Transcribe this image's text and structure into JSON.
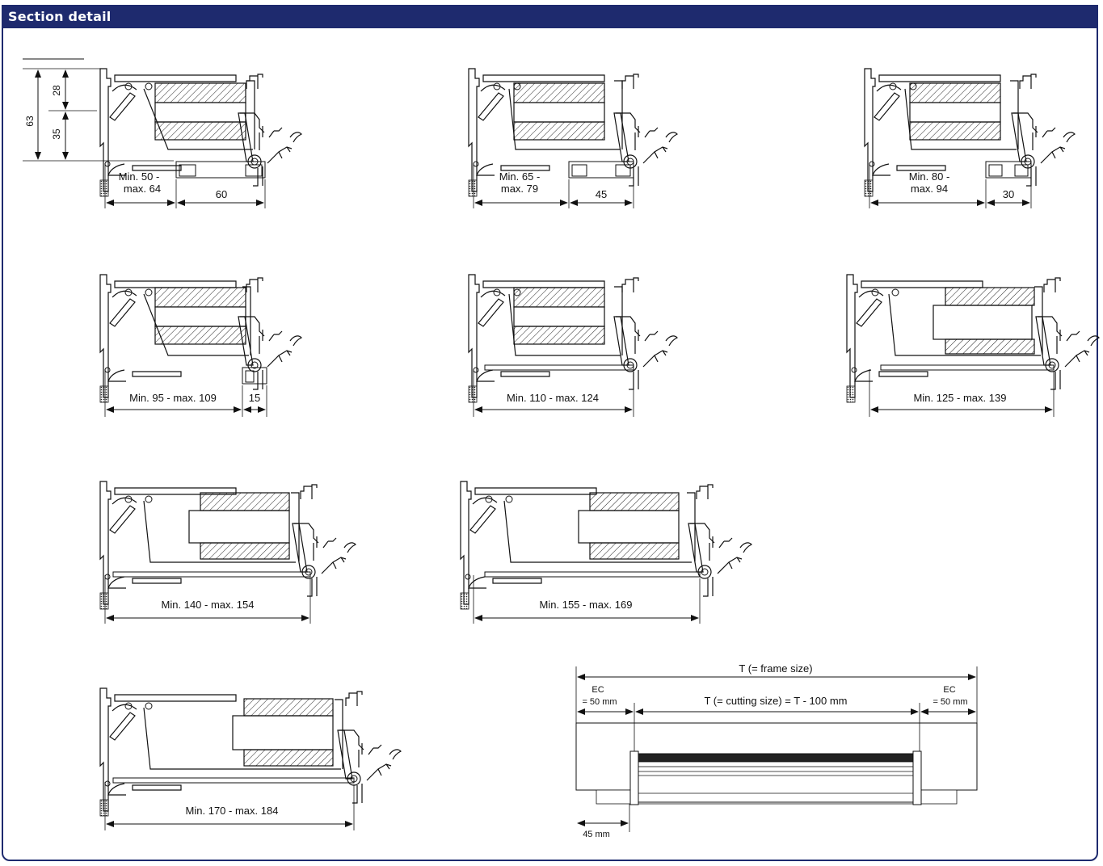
{
  "title": "Section detail",
  "colors": {
    "header": "#1e2a6e",
    "line": "#111111"
  },
  "dims_first": {
    "overall": "63",
    "upper": "28",
    "lower": "35"
  },
  "sections": [
    {
      "range": "Min. 50 -",
      "range2": "max. 64",
      "extra": "60"
    },
    {
      "range": "Min. 65 -",
      "range2": "max. 79",
      "extra": "45"
    },
    {
      "range": "Min. 80 -",
      "range2": "max. 94",
      "extra": "30"
    },
    {
      "range": "Min.  95 - max. 109",
      "extra": "15"
    },
    {
      "range": "Min.  110 - max. 124"
    },
    {
      "range": "Min.  125 - max. 139"
    },
    {
      "range": "Min.  140 - max. 154"
    },
    {
      "range": "Min.  155 - max. 169"
    },
    {
      "range": "Min.  170 - max. 184"
    }
  ],
  "elevation": {
    "overall": "T (= frame size)",
    "ec_left": "EC",
    "ec_left_val": "= 50 mm",
    "cutting": "T (= cutting size) = T - 100 mm",
    "ec_right": "EC",
    "ec_right_val": "= 50 mm",
    "offset": "45 mm"
  }
}
